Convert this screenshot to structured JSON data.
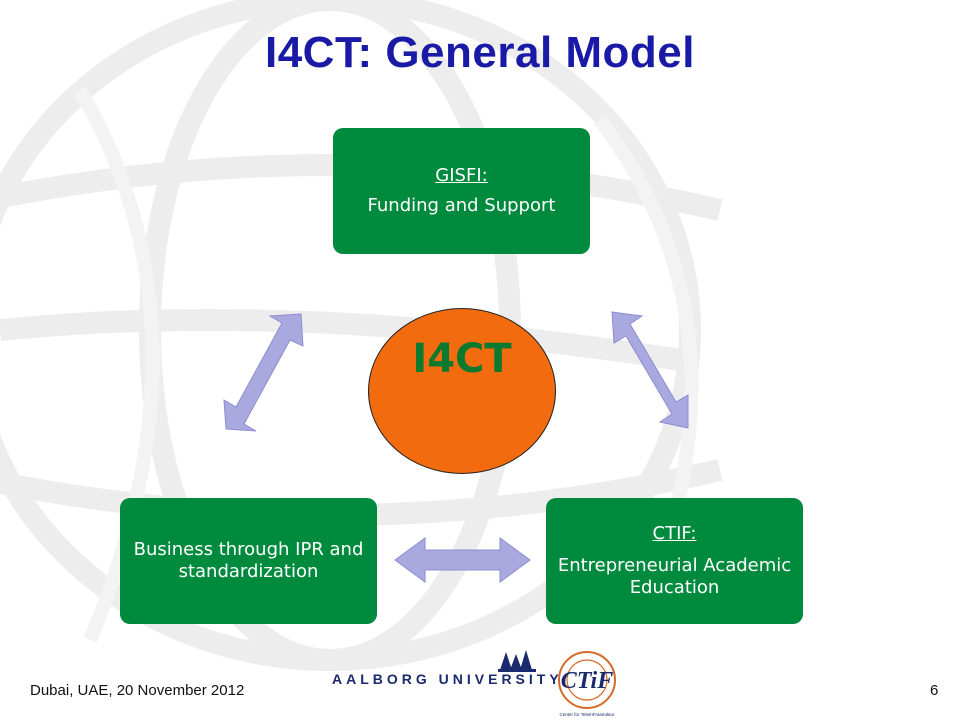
{
  "slide": {
    "title": "I4CT: General Model",
    "footer_text": "Dubai, UAE, 20 November 2012",
    "page_number": "6"
  },
  "diagram": {
    "center": {
      "label": "I4CT"
    },
    "boxes": {
      "top": {
        "heading": "GISFI:",
        "body": "Funding and Support"
      },
      "right": {
        "heading": "CTIF:",
        "body": "Entrepreneurial Academic Education"
      },
      "left": {
        "body": "Business through IPR and standardization"
      }
    }
  },
  "logos": {
    "university_name": "AALBORG UNIVERSITY",
    "ctif_mark": "CTiF",
    "ctif_subtitle": "Center for TeleInFrastruktur"
  },
  "colors": {
    "title": "#1a1aa6",
    "box_fill": "#008a3e",
    "center_fill": "#f26b0f",
    "center_text": "#0c7a2e",
    "arrow_fill": "#a9a9e0"
  }
}
